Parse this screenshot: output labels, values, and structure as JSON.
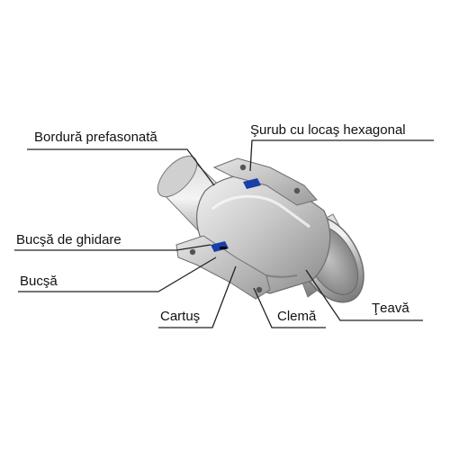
{
  "labels": {
    "bordura": "Bordură prefasonată",
    "surub": "Şurub cu locaş hexagonal",
    "bucsa_ghidare": "Bucşă de ghidare",
    "bucsa": "Bucşă",
    "cartus": "Cartuş",
    "clema": "Clemă",
    "teava": "Ţeavă"
  },
  "colors": {
    "metal_light": "#e8e8e8",
    "metal_mid": "#b5b5b5",
    "metal_dark": "#6e6e6e",
    "leader": "#222222",
    "gasket_blue": "#1a3fa8"
  }
}
